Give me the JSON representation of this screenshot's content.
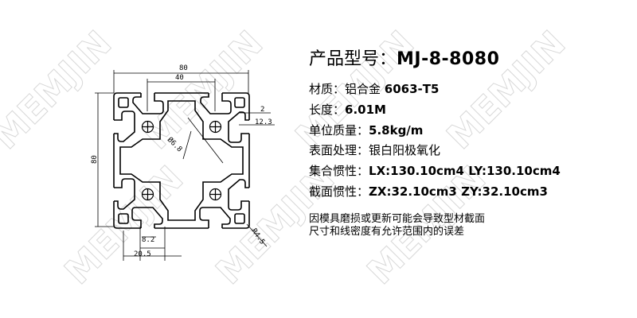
{
  "watermark": "MEMJIN",
  "product": {
    "model_label": "产品型号：",
    "model_value": "MJ-8-8080"
  },
  "specs": [
    {
      "label": "材质：",
      "value": "铝合金 ",
      "value_bold": "6063-T5"
    },
    {
      "label": "长度：",
      "value": "",
      "value_bold": "6.01M"
    },
    {
      "label": "单位质量：",
      "value": "",
      "value_bold": "5.8kg/m"
    },
    {
      "label": "表面处理：",
      "value": "银白阳极氧化",
      "value_bold": ""
    },
    {
      "label": "集合惯性：",
      "value": "",
      "value_bold": "LX:130.10cm4  LY:130.10cm4"
    },
    {
      "label": "截面惯性：",
      "value": "",
      "value_bold": "ZX:32.10cm3  ZY:32.10cm3"
    }
  ],
  "note": [
    "因模具磨损或更新可能会导致型材截面",
    "尺寸和线密度有允许范围内的误差"
  ],
  "dimensions": {
    "width": "80",
    "slot_pitch": "40",
    "height": "80",
    "wall": "2",
    "depth": "12.3",
    "hole": "Ø6.8",
    "slot_opening": "8.2",
    "slot_width": "20.5",
    "radius": "R4.5"
  }
}
